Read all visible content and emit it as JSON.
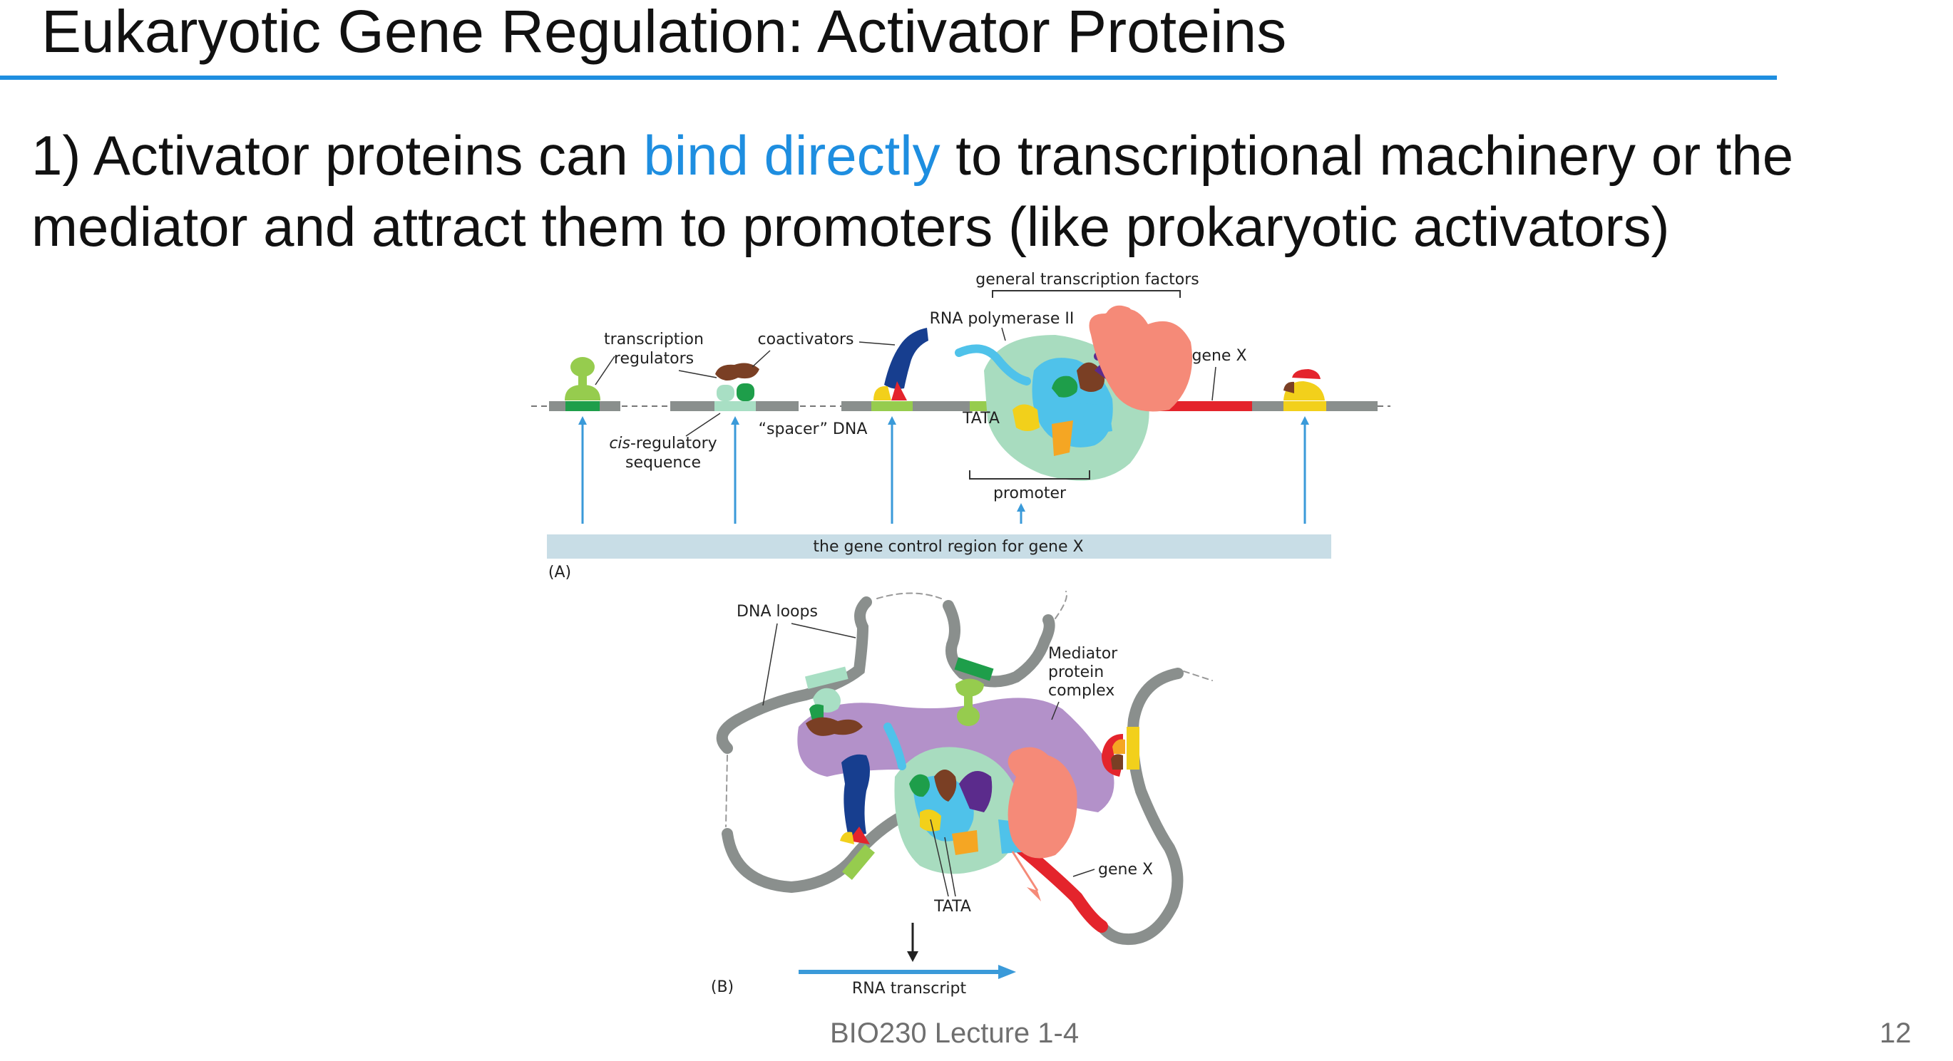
{
  "slide": {
    "title": "Eukaryotic Gene Regulation: Activator Proteins",
    "body_before": "1) Activator proteins can ",
    "body_highlight": "bind directly",
    "body_after": " to transcriptional machinery or the mediator and attract them to promoters (like prokaryotic activators)",
    "highlight_color": "#1e8ee0",
    "footer": "BIO230 Lecture 1-4",
    "page_number": "12"
  },
  "figure_a": {
    "panel_label": "(A)",
    "gtf_label": "general transcription factors",
    "rnap_label": "RNA polymerase II",
    "regulators_label": "transcription regulators",
    "coactivators_label": "coactivators",
    "genex_label": "gene X",
    "tata_label": "TATA",
    "cis_label_italic": "cis",
    "cis_label_rest": "-regulatory",
    "sequence_label": "sequence",
    "spacer_label": "“spacer” DNA",
    "promoter_label": "promoter",
    "control_region_label": "the gene control region for gene X"
  },
  "figure_b": {
    "panel_label": "(B)",
    "dna_loops_label": "DNA loops",
    "mediator_line1": "Mediator",
    "mediator_line2": "protein",
    "mediator_line3": "complex",
    "genex_label": "gene X",
    "tata_label": "TATA",
    "transcript_label": "RNA transcript"
  }
}
